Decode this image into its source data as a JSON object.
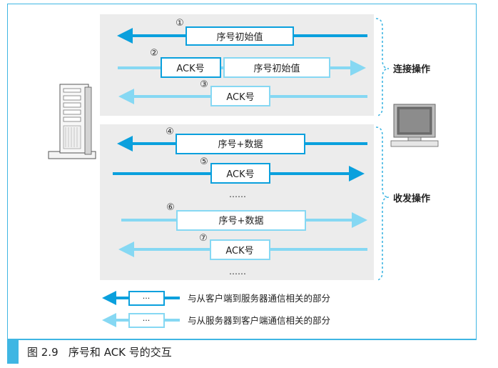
{
  "figure": {
    "caption": "图 2.9   序号和 ACK 号的交互"
  },
  "phases": {
    "connect": "连接操作",
    "transfer": "收发操作"
  },
  "steps": [
    {
      "num": "①",
      "boxes": [
        "序号初始值"
      ],
      "direction": "to-server",
      "kind": "client-to-server"
    },
    {
      "num": "②",
      "boxes": [
        "ACK号",
        "序号初始值"
      ],
      "direction": "to-client",
      "kind": "server-to-client"
    },
    {
      "num": "③",
      "boxes": [
        "ACK号"
      ],
      "direction": "to-server",
      "kind": "server-to-client"
    },
    {
      "num": "④",
      "boxes": [
        "序号+数据"
      ],
      "direction": "to-server",
      "kind": "client-to-server"
    },
    {
      "num": "⑤",
      "boxes": [
        "ACK号"
      ],
      "direction": "to-client",
      "kind": "client-to-server"
    },
    {
      "num": "⑥",
      "boxes": [
        "序号+数据"
      ],
      "direction": "to-client",
      "kind": "server-to-client"
    },
    {
      "num": "⑦",
      "boxes": [
        "ACK号"
      ],
      "direction": "to-server",
      "kind": "server-to-client"
    }
  ],
  "ellipsis": [
    "……",
    "……"
  ],
  "legend": [
    {
      "box": "···",
      "text": "与从客户端到服务器通信相关的部分",
      "kind": "client-to-server"
    },
    {
      "box": "···",
      "text": "与从服务器到客户端通信相关的部分",
      "kind": "server-to-client"
    }
  ],
  "colors": {
    "dark_arrow": "#0aa0dd",
    "light_arrow": "#86d8f3",
    "panel": "#ececec",
    "frame": "#3fb6e3"
  },
  "icons": {
    "server": "server-icon",
    "client": "monitor-icon"
  }
}
